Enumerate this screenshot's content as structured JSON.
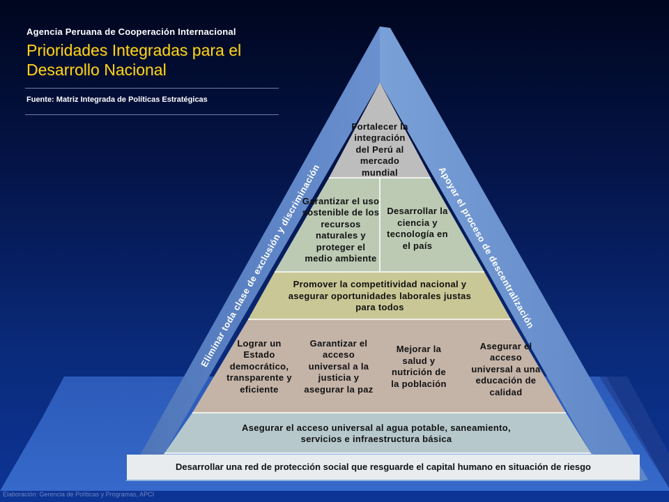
{
  "header": {
    "agency": "Agencia Peruana de Cooperación Internacional",
    "title": "Prioridades Integradas para el Desarrollo Nacional",
    "source": "Fuente: Matriz Integrada de Políticas Estratégicas"
  },
  "sides": {
    "left": "Eliminar toda clase de exclusión y discriminación",
    "right": "Apoyar el proceso de descentralización"
  },
  "pyramid": {
    "apex": "Fortalecer la integración del Perú al mercado mundial",
    "level2": [
      "Garantizar el uso sostenible de los recursos naturales y proteger el medio ambiente",
      "Desarrollar la ciencia y tecnología en el país"
    ],
    "level3": "Promover la competitividad nacional y asegurar oportunidades laborales justas para todos",
    "level4": [
      "Lograr un Estado democrático, transparente y eficiente",
      "Garantizar el acceso universal a la justicia y asegurar la paz",
      "Mejorar la salud y nutrición de la población",
      "Asegurar el acceso universal a una educación de calidad"
    ],
    "level5": "Asegurar el acceso universal al agua potable, saneamiento, servicios e infraestructura básica",
    "base": "Desarrollar una red de protección social que resguarde el capital humano en situación de riesgo"
  },
  "footer": {
    "credit": "Elaboración: Gerencia de Políticas y Programas, APCI"
  },
  "colors": {
    "apex": "#bdbdbd",
    "level2": "#bccab4",
    "level3": "#c9c795",
    "level4": "#c4b3a7",
    "level5": "#b6c8cc",
    "base": "#e8ecef",
    "frame_left": "#5a7fc0",
    "frame_right": "#6a8fcc",
    "title": "#ffd21a"
  }
}
